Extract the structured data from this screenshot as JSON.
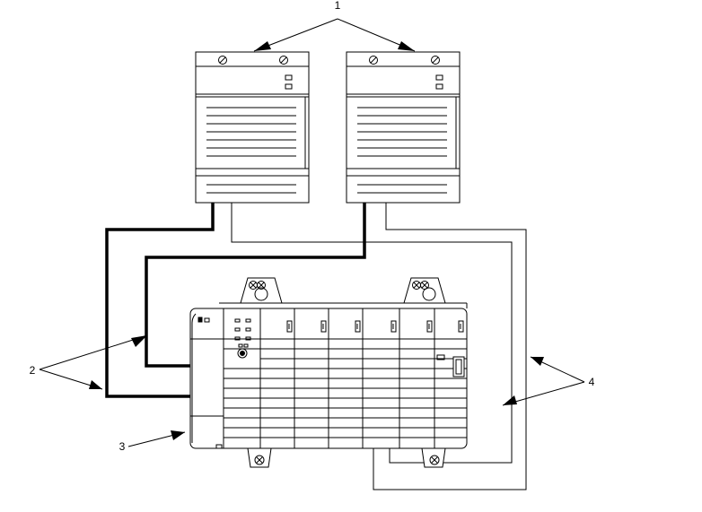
{
  "callouts": {
    "c1": "1",
    "c2": "2",
    "c3": "3",
    "c4": "4"
  },
  "components": {
    "power_supply_count": 2,
    "io_module_slots": 6
  },
  "colors": {
    "line": "#000000",
    "background": "#ffffff"
  }
}
